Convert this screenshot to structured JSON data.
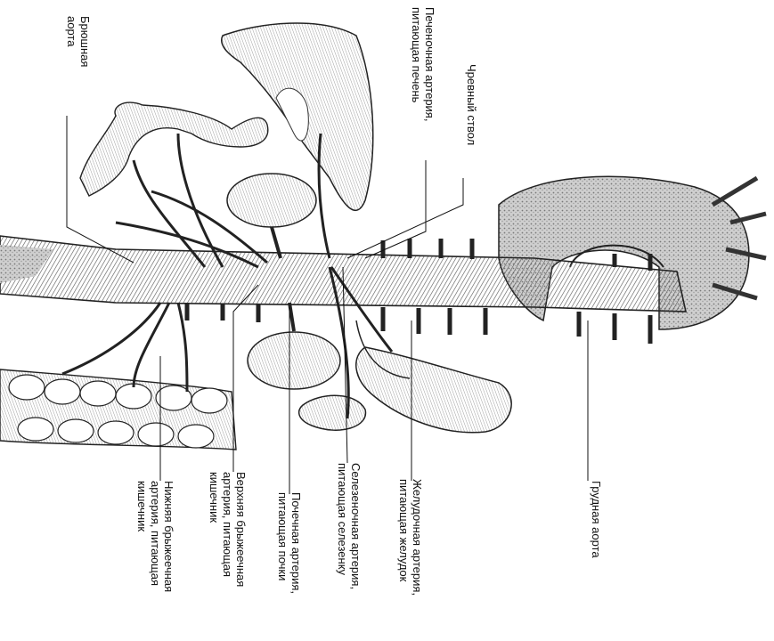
{
  "diagram": {
    "labels": {
      "abdominal_aorta": [
        "Брюшная",
        "аорта"
      ],
      "hepatic_artery": [
        "Печеночная артерия,",
        "питающая печень"
      ],
      "celiac_trunk": [
        "Чревный ствол"
      ],
      "thoracic_aorta": [
        "Грудная аорта"
      ],
      "gastric_artery": [
        "Желудочная артерия,",
        "питающая желудок"
      ],
      "splenic_artery": [
        "Селезеночная артерия,",
        "питающая селезенку"
      ],
      "renal_artery": [
        "Почечная артерия,",
        "питающая почки"
      ],
      "superior_mesenteric": [
        "Верхняя брыжеечная",
        "артерия, питающая",
        "кишечник"
      ],
      "inferior_mesenteric": [
        "Нижняя брыжеечная",
        "артерия, питающая",
        "кишечник"
      ]
    }
  }
}
